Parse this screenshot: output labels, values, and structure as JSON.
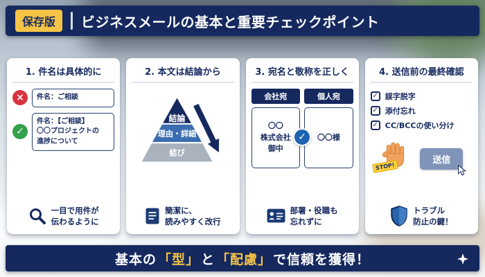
{
  "header": {
    "badge": "保存版",
    "title": "ビジネスメールの基本と重要チェックポイント"
  },
  "cards": [
    {
      "title": "1. 件名は具体的に",
      "bad_example": "件名：ご相談",
      "good_example": "件名：【ご相談】\n〇〇プロジェクトの\n進捗について",
      "footer": "一目で用件が\n伝わるように"
    },
    {
      "title": "2. 本文は結論から",
      "pyramid": {
        "top": "結論",
        "middle": "理由・詳細",
        "bottom": "結び"
      },
      "footer": "簡潔に、\n読みやすく改行"
    },
    {
      "title": "3. 宛名と敬称を正しく",
      "company_header": "会社宛",
      "personal_header": "個人宛",
      "company_example": "〇〇\n株式会社\n御中",
      "personal_example": "〇〇様",
      "footer": "部署・役職も\n忘れずに"
    },
    {
      "title": "4. 送信前の最終確認",
      "checklist": [
        "誤字脱字",
        "添付忘れ",
        "CC/BCCの使い分け"
      ],
      "stop_label": "STOP!",
      "send_label": "送信",
      "footer": "トラブル\n防止の鍵！"
    }
  ],
  "bottom": {
    "part1": "基本の",
    "highlight1": "「型」",
    "part2": "と",
    "highlight2": "「配慮」",
    "part3": "で信頼を獲得！"
  },
  "icons": {
    "cross_mark": "×",
    "check_mark": "✓"
  },
  "colors": {
    "navy": "#16295f",
    "yellow": "#f6c445",
    "red": "#d8333f",
    "green": "#33a04a",
    "blue": "#3a6db0",
    "gray": "#a9b2bd"
  }
}
